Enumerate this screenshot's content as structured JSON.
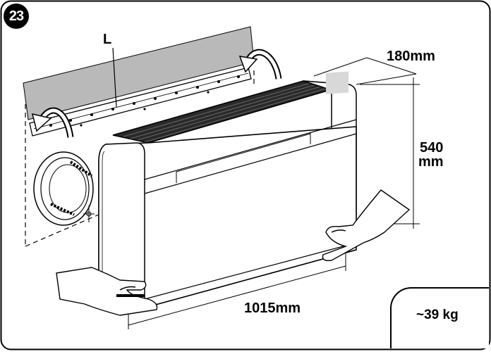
{
  "step": {
    "number": "23"
  },
  "labels": {
    "bracket": "L",
    "depth": "180mm",
    "height_value": "540",
    "height_unit": "mm",
    "width": "1015mm"
  },
  "weight": {
    "text": "~39 kg"
  },
  "colors": {
    "stroke": "#000000",
    "wall_fill": "#b9b9b9",
    "unit_grille": "#2a2a2a",
    "unit_body": "#ffffff",
    "badge": "#000000"
  }
}
